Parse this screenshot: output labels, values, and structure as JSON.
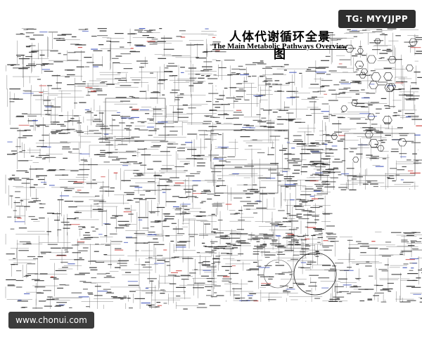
{
  "poster": {
    "title_cn": "人体代谢循环全景图",
    "title_en": "The Main Metabolic Pathways Overview"
  },
  "watermarks": {
    "telegram": "TG: MYYJJPP",
    "site": "www.chonui.com"
  },
  "colors": {
    "background": "#ffffff",
    "lines": "#555555",
    "dense_text": "#222222",
    "highlight_blue": "#3a4fb8",
    "highlight_red": "#c8322d",
    "badge_bg": "#2f2f2f"
  }
}
